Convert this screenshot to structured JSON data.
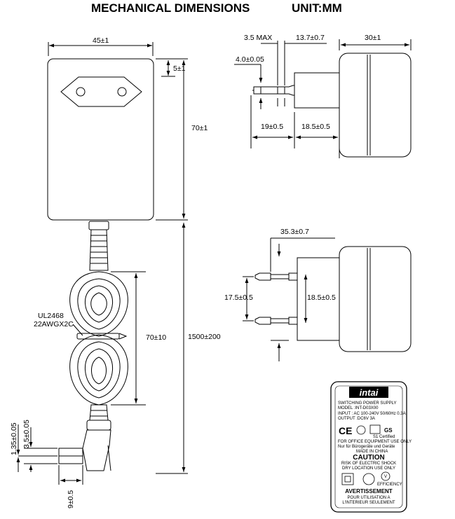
{
  "header": {
    "title": "MECHANICAL DIMENSIONS",
    "unit": "UNIT:MM"
  },
  "front_view": {
    "width": "45±1",
    "top_offset": "5±1",
    "height": "70±1",
    "coil_height": "70±10",
    "cable_length": "1500±200",
    "cable_spec_line1": "UL2468",
    "cable_spec_line2": "22AWGX2C",
    "plug_outer_dia": "1.35±0.05",
    "plug_inner_dia": "3.5±0.05",
    "plug_length": "9±0.5"
  },
  "side_view": {
    "pin_max": "3.5 MAX",
    "pin_offset": "13.7±0.7",
    "body_depth": "30±1",
    "pin_dia": "4.0±0.05",
    "pin_length": "19±0.5",
    "collar_length": "18.5±0.5"
  },
  "top_view": {
    "pin_reach": "35.3±0.7",
    "pin_spacing": "17.5±0.5",
    "collar_width": "18.5±0.5"
  },
  "label": {
    "brand": "intai",
    "product": "SWITCHING POWER SUPPLY",
    "model": "MODEL :INT-D03X00",
    "input": "INPUT : AC 100-240V 50/60Hz 0.3A",
    "output": "OUTPUT :DC6V 3A",
    "office_use": "FOR OFFICE EQUIPMENT USE ONLY",
    "office_use_de": "Nur für Bürogeräte und Geräte",
    "origin": "MADE IN CHINA",
    "caution": "CAUTION",
    "caution_line1": "RISK OF ELECTRIC SHOCK",
    "caution_line2": "DRY LOCATION USE ONLY",
    "efficiency": "EFFICIENCY",
    "efficiency_mark": "V",
    "warning_fr": "AVERTISSEMENT",
    "warning_fr_line1": "POUR UTILISATION A",
    "warning_fr_line2": "L'INTERIEUR SEULEMENT",
    "ce_mark": "CE",
    "gs_mark": "GS",
    "cert_marks": "S1 Certified"
  }
}
